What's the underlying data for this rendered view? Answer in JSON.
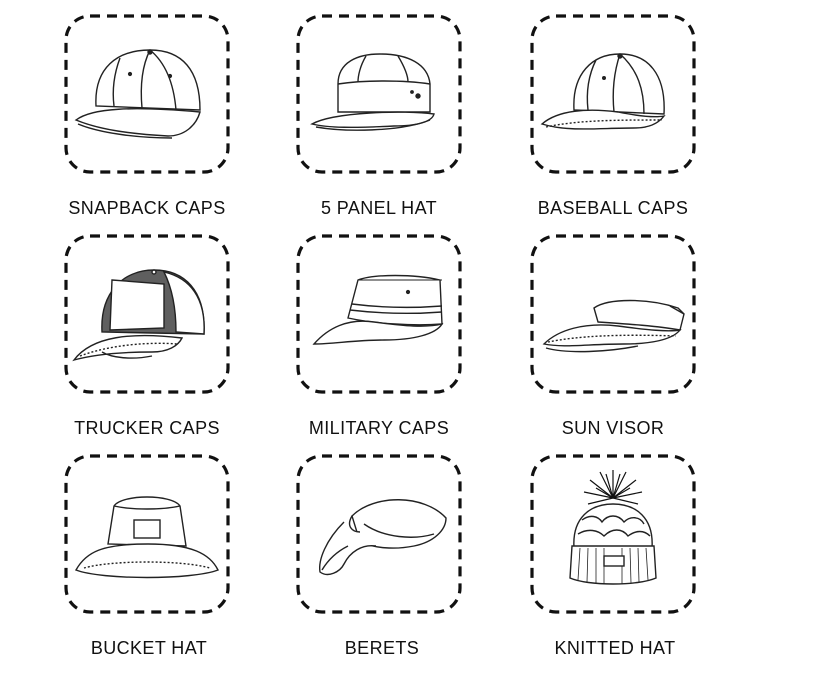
{
  "colors": {
    "frame": "#111111",
    "line": "#222222",
    "fill": "#ffffff",
    "shade": "#5f5f5f",
    "label": "#111111"
  },
  "items": [
    {
      "label": "SNAPBACK CAPS",
      "icon": "snapback-cap-icon"
    },
    {
      "label": "5 PANEL HAT",
      "icon": "five-panel-hat-icon"
    },
    {
      "label": "BASEBALL CAPS",
      "icon": "baseball-cap-icon"
    },
    {
      "label": "TRUCKER CAPS",
      "icon": "trucker-cap-icon"
    },
    {
      "label": "MILITARY CAPS",
      "icon": "military-cap-icon"
    },
    {
      "label": "SUN VISOR",
      "icon": "sun-visor-icon"
    },
    {
      "label": "BUCKET HAT",
      "icon": "bucket-hat-icon"
    },
    {
      "label": "BERETS",
      "icon": "beret-icon"
    },
    {
      "label": "KNITTED HAT",
      "icon": "knitted-hat-icon"
    }
  ]
}
